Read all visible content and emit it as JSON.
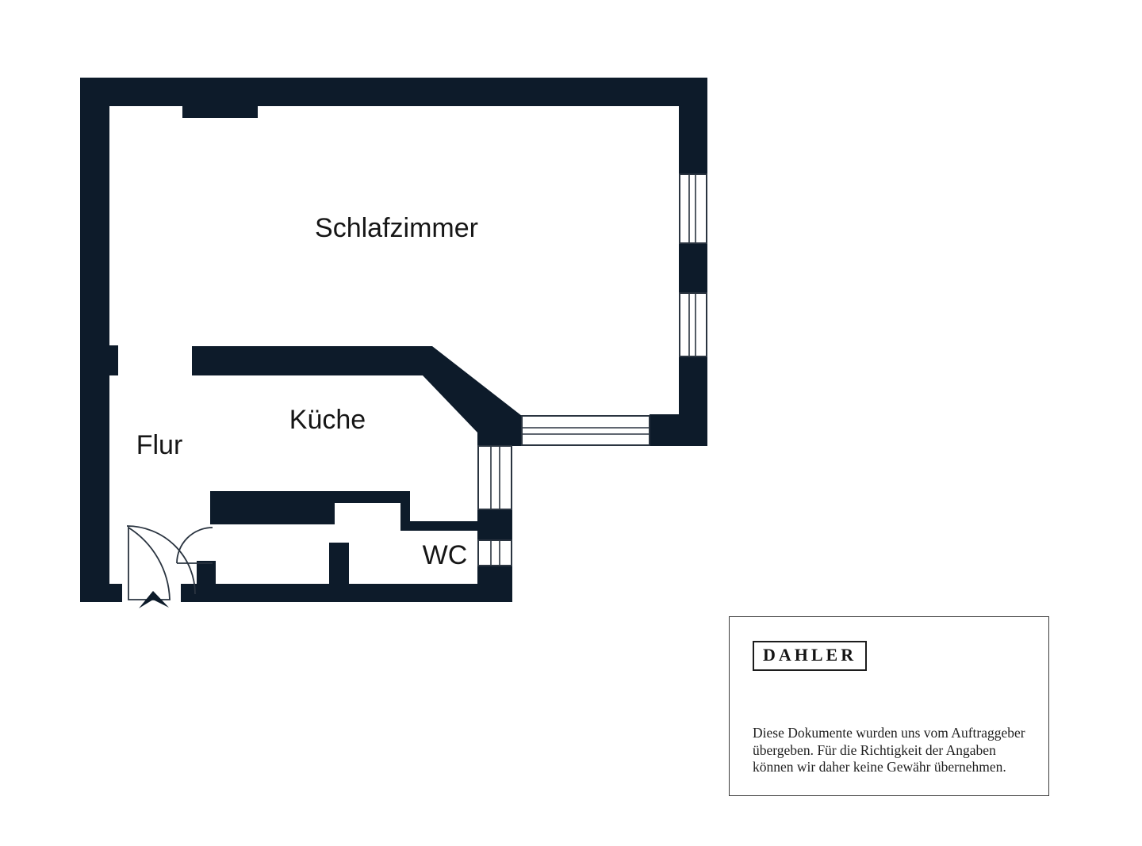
{
  "floorplan": {
    "rooms": {
      "schlafzimmer": "Schlafzimmer",
      "kueche": "Küche",
      "flur": "Flur",
      "wc": "WC"
    },
    "colors": {
      "wall": "#0d1b2a",
      "background": "#ffffff",
      "label_text": "#161616",
      "line": "#2a3440"
    }
  },
  "disclaimer_card": {
    "brand": "DAHLER",
    "lines": [
      "Diese Dokumente wurden uns vom Auftraggeber",
      "übergeben. Für die Richtigkeit der Angaben",
      "können wir daher keine Gewähr übernehmen."
    ]
  }
}
